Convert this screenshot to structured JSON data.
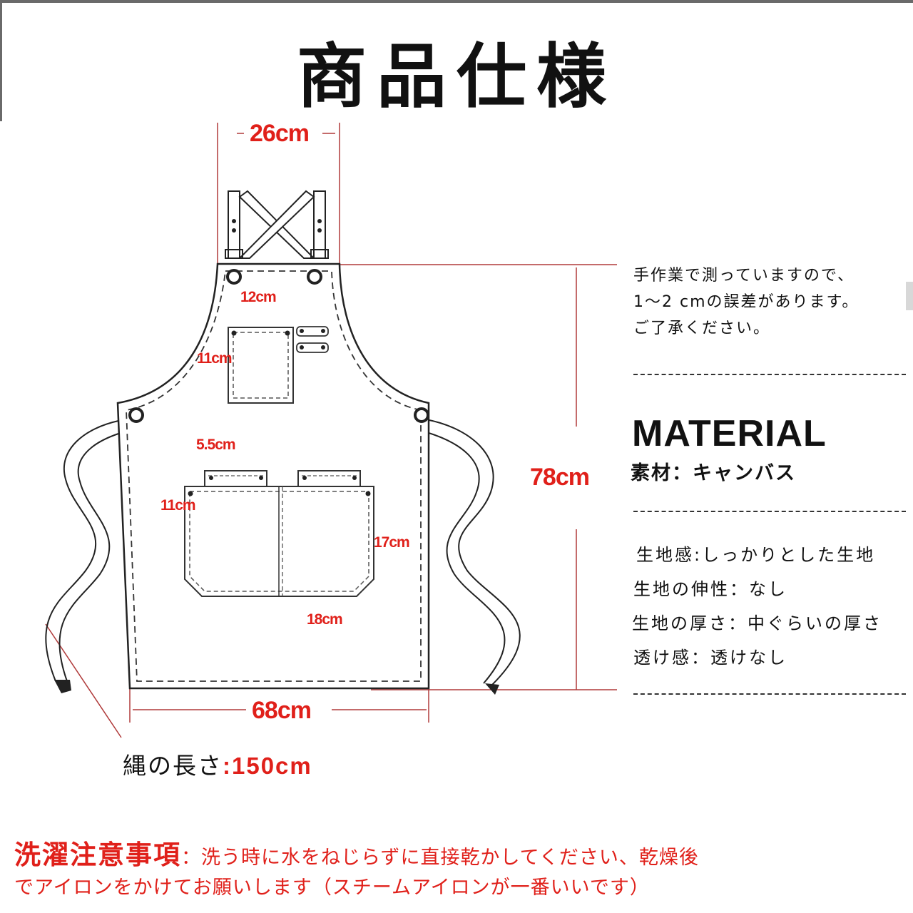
{
  "title": "商品仕様",
  "dimensions": {
    "strap_width": "26cm",
    "chest_pocket_width": "12cm",
    "chest_pocket_height": "11cm",
    "tab_width": "5.5cm",
    "front_pocket_depth": "11cm",
    "front_pocket_height": "17cm",
    "front_pocket_width": "18cm",
    "total_length": "78cm",
    "bottom_width": "68cm"
  },
  "note_lines": [
    "手作業で測っていますので、",
    "1〜2 cmの誤差があります。",
    "ご了承ください。"
  ],
  "material": {
    "heading": "MATERIAL",
    "line": "素材：キャンバス"
  },
  "properties": [
    "生地感:しっかりとした生地",
    "生地の伸性：なし",
    "生地の厚さ：中ぐらいの厚さ",
    "透け感：透けなし"
  ],
  "rope": {
    "label": "縄の長さ",
    "value": ":150cm"
  },
  "care": {
    "heading": "洗濯注意事項",
    "line1": "：洗う時に水をねじらずに直接乾かしてください、乾燥後",
    "line2": "でアイロンをかけてお願いします（スチームアイロンが一番いいです）"
  },
  "colors": {
    "dimension_red": "#e0201a",
    "outline": "#111111",
    "measure_line": "#b03a3a"
  }
}
